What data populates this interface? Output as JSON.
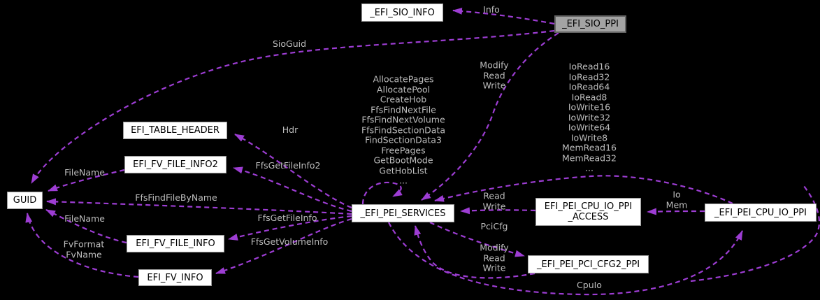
{
  "colors": {
    "background": "#000000",
    "edge": "#9d3dd3",
    "node_fill": "#ffffff",
    "node_border": "#9a9a9a",
    "highlight_fill": "#a3a3a3",
    "highlight_border": "#636363",
    "node_text": "#000000",
    "label_text": "#bdbdbd"
  },
  "nodes": {
    "sio_info": {
      "label": "_EFI_SIO_INFO"
    },
    "sio_ppi": {
      "label": "_EFI_SIO_PPI",
      "highlighted": true
    },
    "table_header": {
      "label": "EFI_TABLE_HEADER"
    },
    "fv_file_info2": {
      "label": "EFI_FV_FILE_INFO2"
    },
    "guid": {
      "label": "GUID"
    },
    "fv_file_info": {
      "label": "EFI_FV_FILE_INFO"
    },
    "fv_info": {
      "label": "EFI_FV_INFO"
    },
    "pei_services": {
      "label": "_EFI_PEI_SERVICES"
    },
    "cpu_io_access": {
      "label": [
        "EFI_PEI_CPU_IO_PPI",
        "_ACCESS"
      ]
    },
    "cpu_io_ppi": {
      "label": "_EFI_PEI_CPU_IO_PPI"
    },
    "pci_cfg2": {
      "label": "_EFI_PEI_PCI_CFG2_PPI"
    }
  },
  "edge_labels": {
    "info": "Info",
    "sio_guid": "SioGuid",
    "sio_to_services": [
      "Modify",
      "Read",
      "Write"
    ],
    "cpu_io_to_services": [
      "IoRead16",
      "IoRead32",
      "IoRead64",
      "IoRead8",
      "IoWrite16",
      "IoWrite32",
      "IoWrite64",
      "IoWrite8",
      "MemRead16",
      "MemRead32",
      "..."
    ],
    "services_self": [
      "AllocatePages",
      "AllocatePool",
      "CreateHob",
      "FfsFindNextFile",
      "FfsFindNextVolume",
      "FfsFindSectionData",
      "FindSectionData3",
      "FreePages",
      "GetBootMode",
      "GetHobList",
      "..."
    ],
    "hdr": "Hdr",
    "ffs_get_file_info2": "FfsGetFileInfo2",
    "filename_info2": "FileName",
    "ffs_find_file_by_name": "FfsFindFileByName",
    "filename_info": "FileName",
    "fv_format_name": [
      "FvFormat",
      "FvName"
    ],
    "ffs_get_file_info": "FfsGetFileInfo",
    "ffs_get_volume_info": "FfsGetVolumeInfo",
    "access_to_services": [
      "Read",
      "Write"
    ],
    "pci_cfg": "PciCfg",
    "pci_to_services": [
      "Modify",
      "Read",
      "Write"
    ],
    "io_mem": [
      "Io",
      "Mem"
    ],
    "cpu_io": "CpuIo"
  }
}
